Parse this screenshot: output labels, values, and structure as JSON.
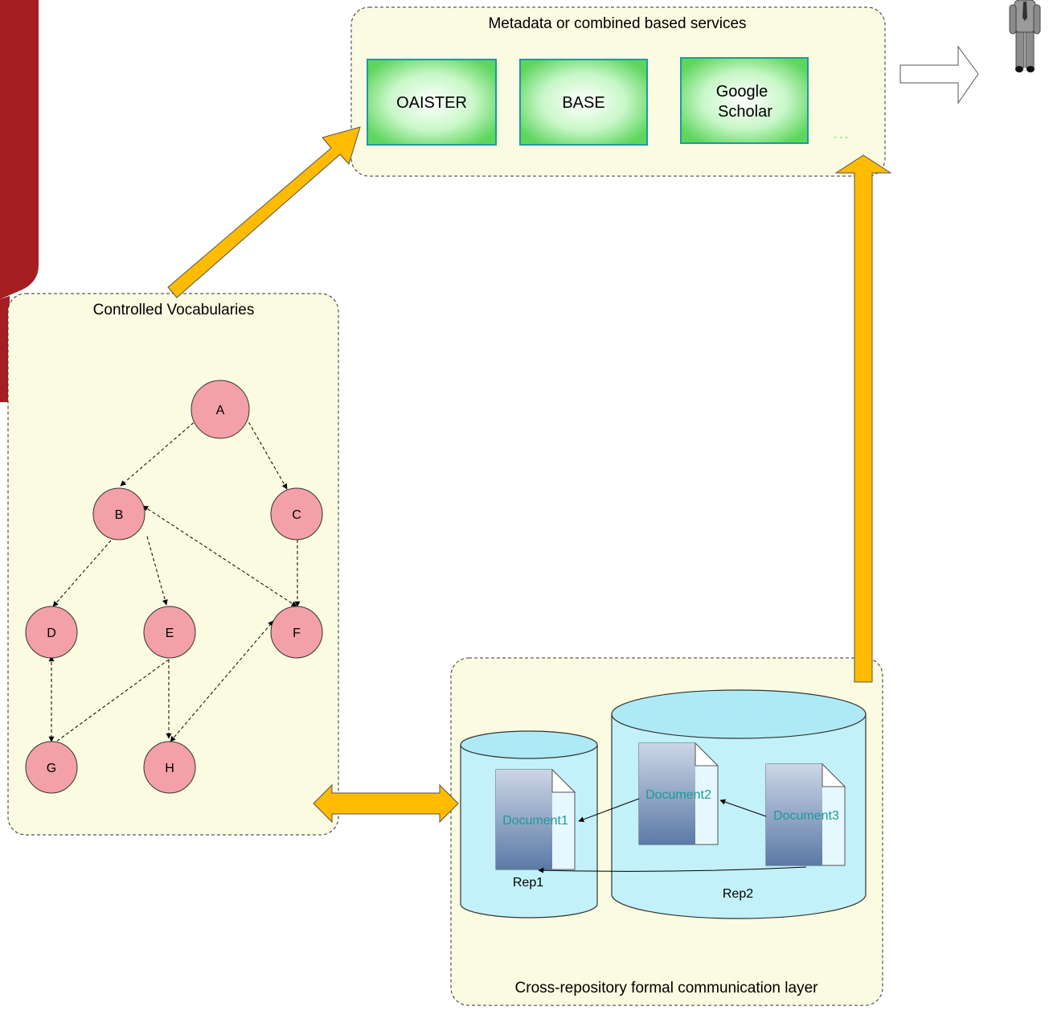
{
  "panels": {
    "services_title": "Metadata or combined based services",
    "vocab_title": "Controlled Vocabularies",
    "comm_title": "Cross-repository formal communication layer"
  },
  "services": {
    "oaister": "OAISTER",
    "base": "BASE",
    "google_line1": "Google",
    "google_line2": "Scholar",
    "more": "..."
  },
  "graph": {
    "nodes": {
      "a": "A",
      "b": "B",
      "c": "C",
      "d": "D",
      "e": "E",
      "f": "F",
      "g": "G",
      "h": "H"
    }
  },
  "repositories": {
    "rep1": "Rep1",
    "rep2": "Rep2",
    "doc1": "Document1",
    "doc2": "Document2",
    "doc3": "Document3"
  },
  "colors": {
    "panel_fill": "#fafbe0",
    "node_fill": "#f3a0a8",
    "service_fill": "#7fe07f",
    "cylinder_fill": "#b8eef8",
    "arrow_fill": "#ffbb00",
    "side_bar": "#a41e22",
    "doc_text": "#1a9a9a"
  },
  "icons": [
    "person-icon",
    "document-icon",
    "hollow-right-arrow-icon"
  ]
}
